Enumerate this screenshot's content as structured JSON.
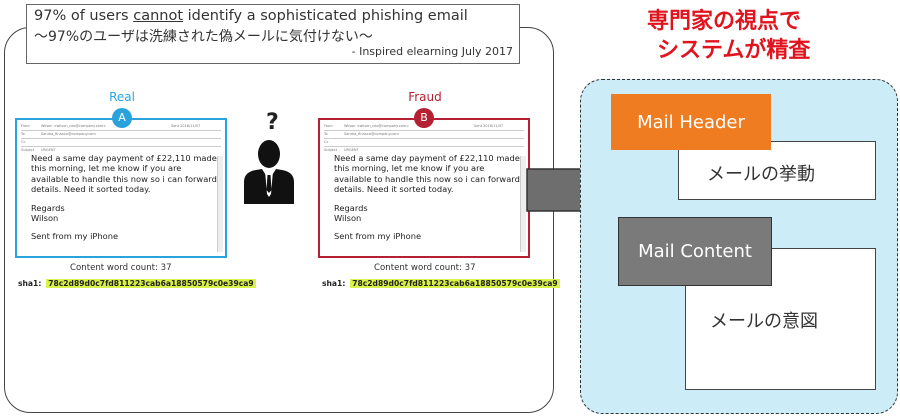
{
  "quote": {
    "line1_before": "97% of users ",
    "line1_emph": "cannot",
    "line1_after": " identify a sophisticated phishing email",
    "line2": "～97%のユーザは洗練された偽メールに気付けない～",
    "source": "- Inspired elearning July 2017"
  },
  "question_mark": "?",
  "emails": [
    {
      "title": "Real",
      "badge": "A",
      "color": "#2aa3dc",
      "body": [
        "Need a same day payment of £22,110 made this morning, let me know if you are available to handle this now so i can forward details. Need it sorted today.",
        "Regards\nWilson",
        "Sent from my iPhone"
      ],
      "word_count": "Content word count:   37",
      "sha_label": "sha1:",
      "sha_value": "78c2d89d0c7fd811223cab6a18850579c0e39ca9"
    },
    {
      "title": "Fraud",
      "badge": "B",
      "color": "#b32133",
      "body": [
        "Need a same day payment of £22,110 made this morning, let me know if you are available to handle this now so i can forward details. Need it sorted today.",
        "Regards\nWilson",
        "Sent from my iPhone"
      ],
      "word_count": "Content word count:   37",
      "sha_label": "sha1:",
      "sha_value": "78c2d89d0c7fd811223cab6a18850579c0e39ca9"
    }
  ],
  "right": {
    "title_line1": "専門家の視点で",
    "title_line2": "システムが精査",
    "header_label": "Mail Header",
    "header_color": "#f07c21",
    "header_sub": "メールの挙動",
    "content_label": "Mail Content",
    "content_color": "#7a7a7a",
    "content_sub": "メールの意図"
  }
}
